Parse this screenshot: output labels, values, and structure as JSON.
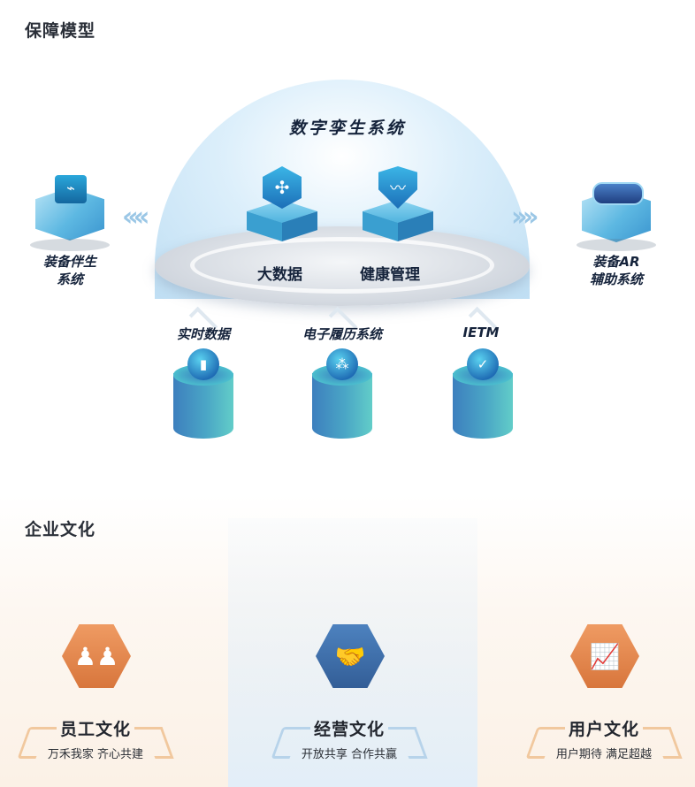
{
  "section_model": {
    "title": "保障模型"
  },
  "section_culture": {
    "title": "企业文化"
  },
  "dome": {
    "title": "数字孪生系统"
  },
  "platform": {
    "left_label": "大数据",
    "right_label": "健康管理"
  },
  "left_system": {
    "line1": "装备伴生",
    "line2": "系统"
  },
  "right_system": {
    "line1": "装备AR",
    "line2": "辅助系统"
  },
  "data_sources": [
    {
      "label": "实时数据"
    },
    {
      "label": "电子履历系统"
    },
    {
      "label": "IETM"
    }
  ],
  "culture": [
    {
      "title": "员工文化",
      "subtitle": "万禾我家 齐心共建",
      "color": "#e1884f",
      "bracket": "#f1c89e"
    },
    {
      "title": "经营文化",
      "subtitle": "开放共享 合作共赢",
      "color": "#3f6da7",
      "bracket": "#b7d3ea"
    },
    {
      "title": "用户文化",
      "subtitle": "用户期待 满足超越",
      "color": "#e1884f",
      "bracket": "#f1c89e"
    }
  ],
  "icons": {
    "big_data": "network-icon",
    "health": "heartbeat-shield-icon",
    "companion": "monitor-icon",
    "ar": "vr-goggles-icon",
    "realtime": "chart-icon",
    "records": "share-icon",
    "ietm": "handshake-icon",
    "staff": "team-icon",
    "business": "handshake-icon",
    "user": "growth-chart-icon"
  }
}
